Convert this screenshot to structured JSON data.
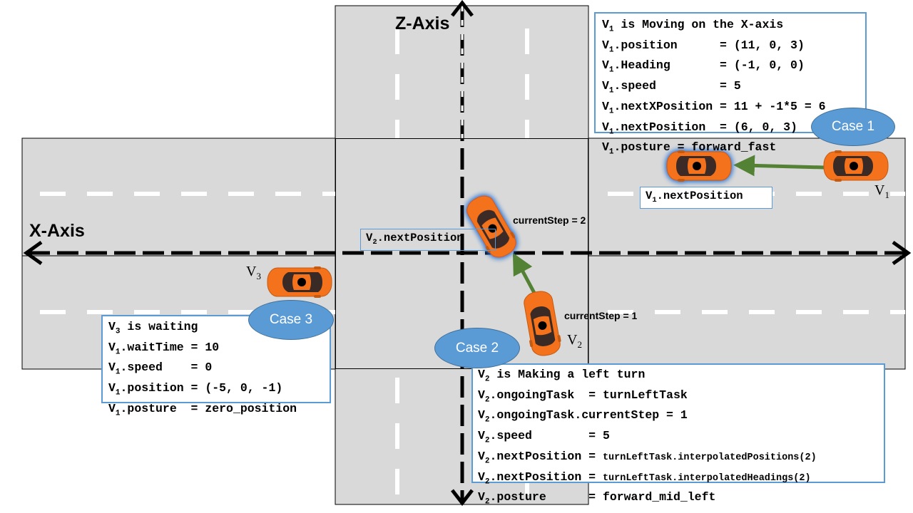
{
  "axes": {
    "x_label": "X-Axis",
    "z_label": "Z-Axis"
  },
  "vehicles": {
    "v1": {
      "letter": "V",
      "sub": "1"
    },
    "v2": {
      "letter": "V",
      "sub": "2"
    },
    "v3": {
      "letter": "V",
      "sub": "3"
    }
  },
  "steps": {
    "step2": "currentStep = 2",
    "step1": "currentStep = 1"
  },
  "position_tags": {
    "v1": {
      "prefix": "V",
      "sub": "1",
      "text": ".nextPosition"
    },
    "v2": {
      "prefix": "V",
      "sub": "2",
      "text": ".nextPosition"
    }
  },
  "cases": {
    "case1": "Case 1",
    "case2": "Case 2",
    "case3": "Case 3"
  },
  "box_case1": [
    {
      "sub": "1",
      "text": " is Moving on the X-axis"
    },
    {
      "sub": "1",
      "text": ".position      = (11, 0, 3)"
    },
    {
      "sub": "1",
      "text": ".Heading       = (-1, 0, 0)"
    },
    {
      "sub": "1",
      "text": ".speed         = 5"
    },
    {
      "sub": "1",
      "text": ".nextXPosition = 11 + -1*5 = 6"
    },
    {
      "sub": "1",
      "text": ".nextPosition  = (6, 0, 3)"
    },
    {
      "sub": "1",
      "text": ".posture = forward_fast"
    }
  ],
  "box_case3": [
    {
      "sub": "3",
      "text": " is waiting"
    },
    {
      "sub": "1",
      "text": ".waitTime = 10"
    },
    {
      "sub": "1",
      "text": ".speed    = 0"
    },
    {
      "sub": "1",
      "text": ".position = (-5, 0, -1)"
    },
    {
      "sub": "1",
      "text": ".posture  = zero_position"
    }
  ],
  "box_case2": [
    {
      "sub": "2",
      "text": " is Making a left turn",
      "small": ""
    },
    {
      "sub": "2",
      "text": ".ongoingTask  = turnLeftTask",
      "small": ""
    },
    {
      "sub": "2",
      "text": ".ongoingTask.currentStep = 1",
      "small": ""
    },
    {
      "sub": "2",
      "text": ".speed        = 5",
      "small": ""
    },
    {
      "sub": "2",
      "text": ".nextPosition = ",
      "small": "turnLeftTask.interpolatedPositions(2)"
    },
    {
      "sub": "2",
      "text": ".nextPosition = ",
      "small": "turnLeftTask.interpolatedHeadings(2)"
    },
    {
      "sub": "2",
      "text": ".posture      = forward_mid_left",
      "small": ""
    }
  ],
  "colors": {
    "road": "#d9d9d9",
    "car": "#f4721b",
    "arrow": "#548235",
    "box_border": "#5b9bd5",
    "case_fill": "#5b9bd5",
    "glow": "#2e75d6"
  }
}
